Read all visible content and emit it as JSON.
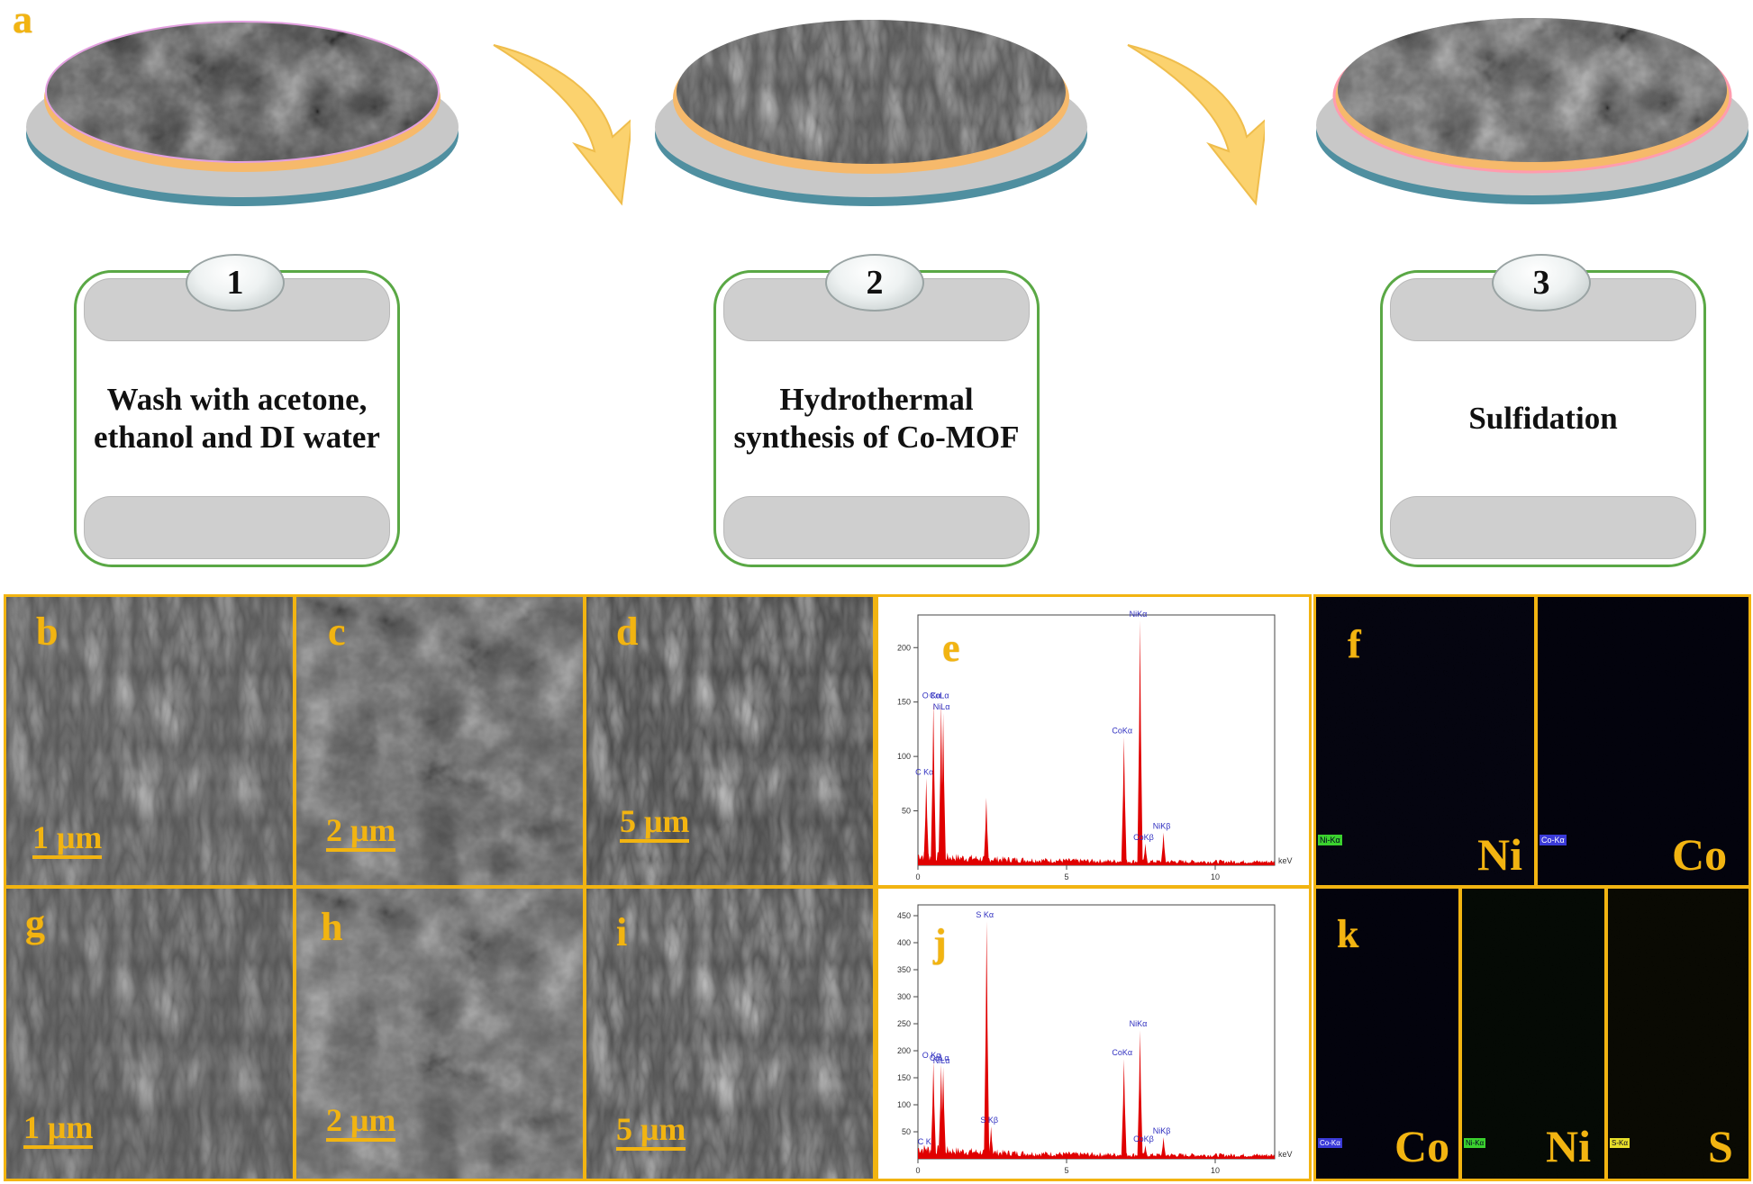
{
  "panel_labels": {
    "a": "a",
    "b": "b",
    "c": "c",
    "d": "d",
    "e": "e",
    "f": "f",
    "g": "g",
    "h": "h",
    "i": "i",
    "j": "j",
    "k": "k"
  },
  "steps": [
    {
      "number": "1",
      "text": "Wash with acetone, ethanol and DI water"
    },
    {
      "number": "2",
      "text": "Hydrothermal synthesis of Co-MOF"
    },
    {
      "number": "3",
      "text": "Sulfidation"
    }
  ],
  "scale_bars": {
    "b": "1 μm",
    "c": "2 μm",
    "d": "5 μm",
    "g": "1 μm",
    "h": "2 μm",
    "i": "5 μm"
  },
  "maps": {
    "f": [
      {
        "element": "Ni",
        "tag": "Ni-Kα",
        "color": "#3bd12e"
      },
      {
        "element": "Co",
        "tag": "Co-Kα",
        "color": "#3a3ad8"
      }
    ],
    "k": [
      {
        "element": "Co",
        "tag": "Co-Kα",
        "color": "#3a3ad8"
      },
      {
        "element": "Ni",
        "tag": "Ni-Kα",
        "color": "#3bd12e"
      },
      {
        "element": "S",
        "tag": "S-Kα",
        "color": "#e8e02a"
      }
    ]
  },
  "colors": {
    "accent": "#f2b411",
    "card_border": "#5aa845",
    "spectrum": "#e00000",
    "peak_label": "#3030c0"
  },
  "chart_data": [
    {
      "type": "line",
      "panel": "e",
      "xlabel": "keV",
      "xlim": [
        0,
        12
      ],
      "ylim": [
        0,
        230
      ],
      "x_ticks": [
        0,
        5,
        10
      ],
      "y_ticks": [
        50,
        100,
        150,
        200
      ],
      "peaks": [
        {
          "x": 0.28,
          "y": 80,
          "label": "C Kα"
        },
        {
          "x": 0.52,
          "y": 150,
          "label": "O Kα"
        },
        {
          "x": 0.78,
          "y": 150,
          "label": "CoLα"
        },
        {
          "x": 0.85,
          "y": 140,
          "label": "NiLα"
        },
        {
          "x": 2.3,
          "y": 62,
          "label": ""
        },
        {
          "x": 6.93,
          "y": 118,
          "label": "CoKα"
        },
        {
          "x": 7.47,
          "y": 225,
          "label": "NiKα"
        },
        {
          "x": 7.65,
          "y": 20,
          "label": "CoKβ"
        },
        {
          "x": 8.26,
          "y": 30,
          "label": "NiKβ"
        }
      ]
    },
    {
      "type": "line",
      "panel": "j",
      "xlabel": "keV",
      "xlim": [
        0,
        12
      ],
      "ylim": [
        0,
        470
      ],
      "x_ticks": [
        0,
        5,
        10
      ],
      "y_ticks": [
        50,
        100,
        150,
        200,
        250,
        300,
        350,
        400,
        450
      ],
      "peaks": [
        {
          "x": 0.28,
          "y": 20,
          "label": "C K"
        },
        {
          "x": 0.52,
          "y": 180,
          "label": "O Kα"
        },
        {
          "x": 0.78,
          "y": 175,
          "label": "CoLα"
        },
        {
          "x": 0.85,
          "y": 170,
          "label": "NiLα"
        },
        {
          "x": 2.31,
          "y": 440,
          "label": "S Kα"
        },
        {
          "x": 2.46,
          "y": 60,
          "label": "S Kβ"
        },
        {
          "x": 6.93,
          "y": 185,
          "label": "CoKα"
        },
        {
          "x": 7.47,
          "y": 238,
          "label": "NiKα"
        },
        {
          "x": 7.65,
          "y": 25,
          "label": "CoKβ"
        },
        {
          "x": 8.26,
          "y": 40,
          "label": "NiKβ"
        }
      ]
    }
  ]
}
